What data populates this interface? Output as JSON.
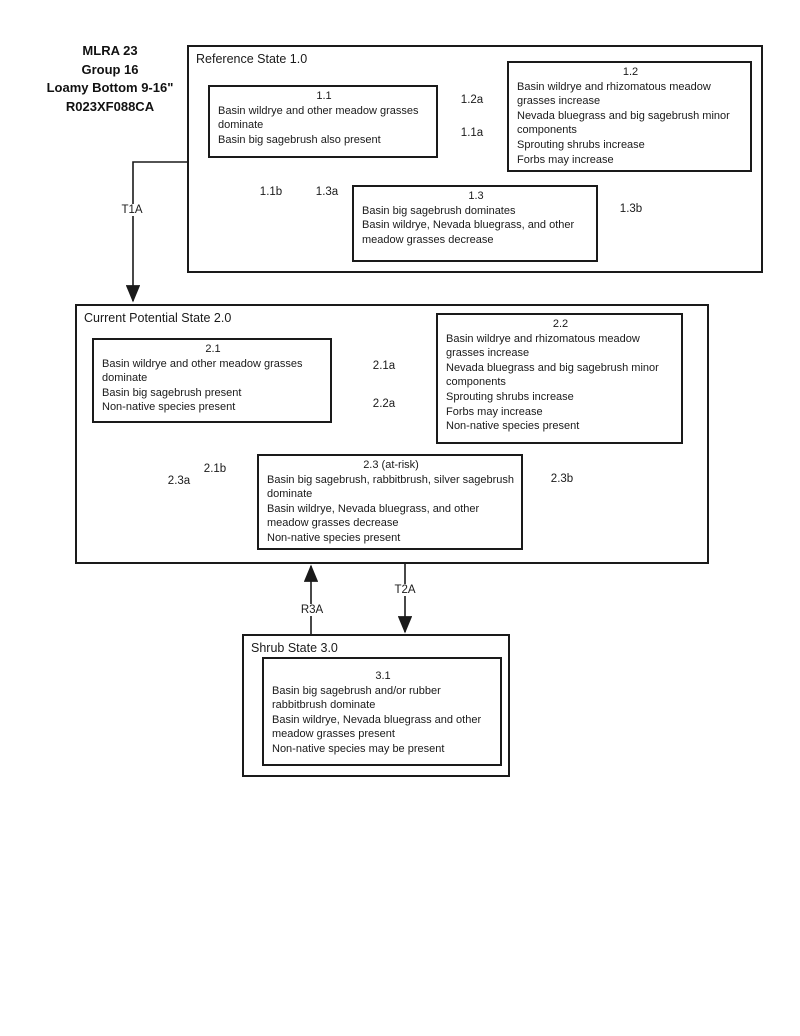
{
  "title_block": {
    "lines": [
      "MLRA 23",
      "Group 16",
      "Loamy Bottom 9-16\"",
      "R023XF088CA"
    ]
  },
  "states": {
    "reference": {
      "label": "Reference State 1.0"
    },
    "current_potential": {
      "label": "Current Potential State 2.0"
    },
    "shrub": {
      "label": "Shrub State 3.0"
    }
  },
  "communities": {
    "c11": {
      "title": "1.1",
      "lines": [
        "Basin wildrye and other meadow grasses dominate",
        "Basin big sagebrush also present"
      ]
    },
    "c12": {
      "title": "1.2",
      "lines": [
        "Basin wildrye and rhizomatous meadow grasses increase",
        "Nevada bluegrass and big sagebrush minor components",
        "Sprouting shrubs increase",
        "Forbs may increase"
      ]
    },
    "c13": {
      "title": "1.3",
      "lines": [
        "Basin big sagebrush dominates",
        "Basin wildrye, Nevada bluegrass, and other meadow grasses decrease"
      ]
    },
    "c21": {
      "title": "2.1",
      "lines": [
        "Basin wildrye and other meadow grasses dominate",
        "Basin big sagebrush present",
        "Non-native species present"
      ]
    },
    "c22": {
      "title": "2.2",
      "lines": [
        "Basin wildrye and rhizomatous meadow grasses increase",
        "Nevada bluegrass and big sagebrush minor components",
        "Sprouting shrubs  increase",
        "Forbs may increase",
        "Non-native species present"
      ]
    },
    "c23": {
      "title": "2.3 (at-risk)",
      "lines": [
        "Basin big sagebrush, rabbitbrush, silver sagebrush dominate",
        "Basin wildrye, Nevada bluegrass, and other meadow grasses decrease",
        "Non-native species present"
      ]
    },
    "c31": {
      "title": "3.1",
      "lines": [
        "Basin big sagebrush and/or rubber rabbitbrush dominate",
        "Basin wildrye, Nevada bluegrass and other meadow grasses present",
        "Non-native species may be present"
      ]
    }
  },
  "pathways": {
    "t1a": "T1A",
    "p12a": "1.2a",
    "p11a": "1.1a",
    "p11b": "1.1b",
    "p13a": "1.3a",
    "p13b": "1.3b",
    "p21a": "2.1a",
    "p22a": "2.2a",
    "p21b": "2.1b",
    "p23a": "2.3a",
    "p23b": "2.3b",
    "r3a": "R3A",
    "t2a": "T2A"
  },
  "colors": {
    "line": "#1a1a1a",
    "background": "#ffffff"
  }
}
